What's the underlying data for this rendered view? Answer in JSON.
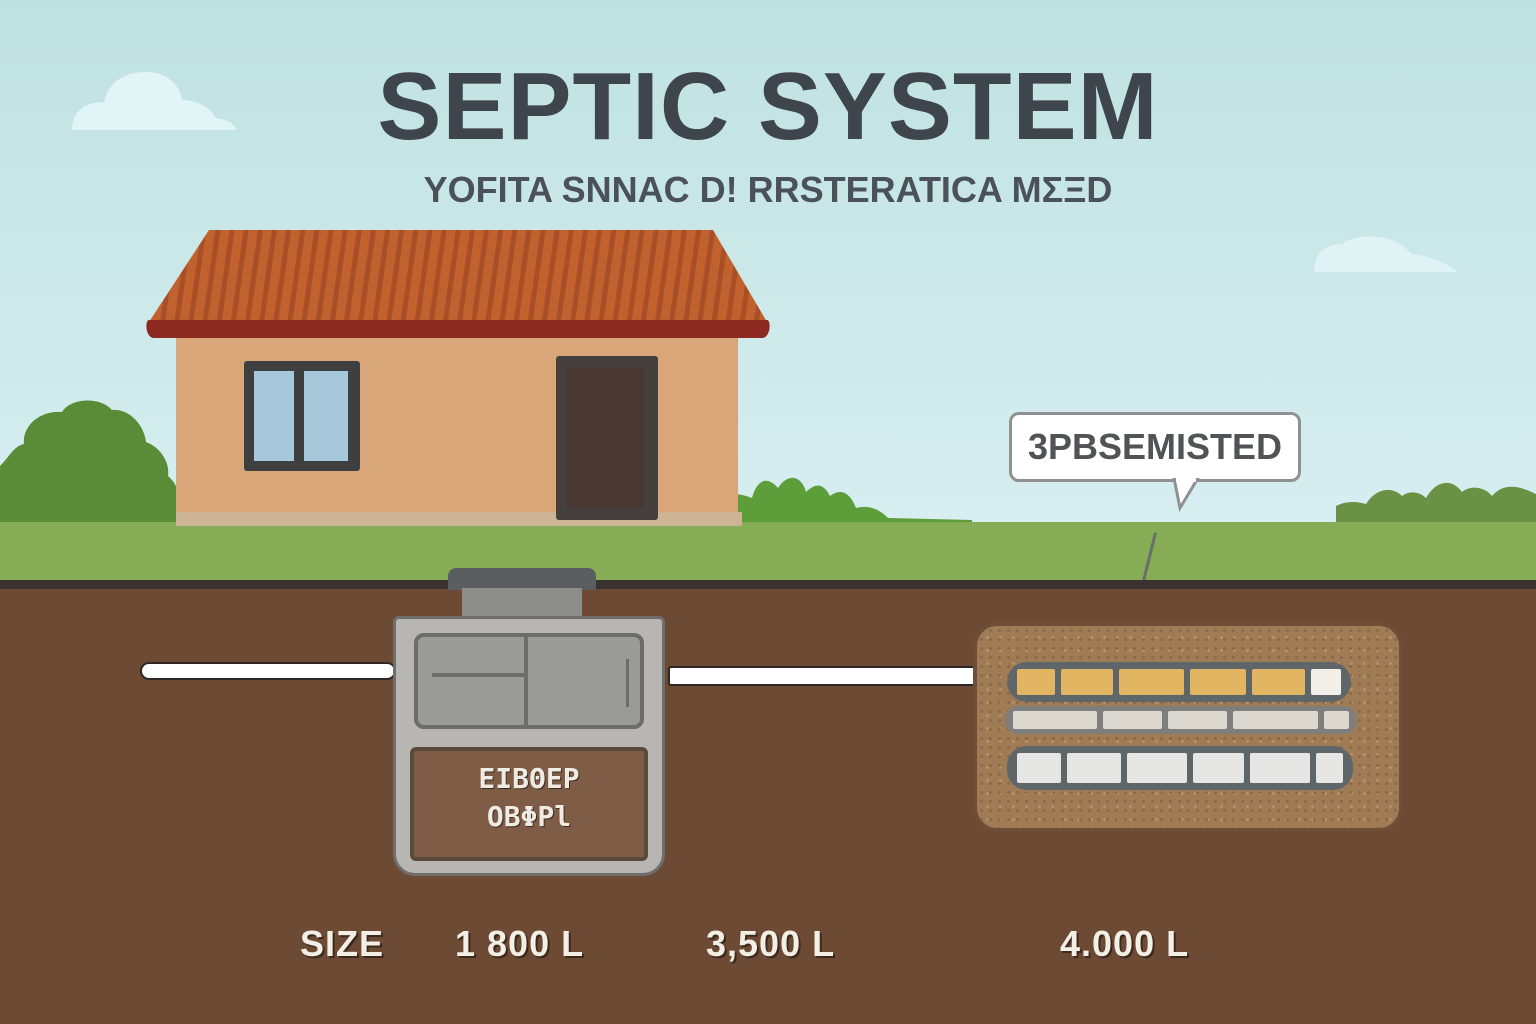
{
  "diagram": {
    "title": "SEPTIC SYSTEM",
    "subtitle": "YOFITA ЅNNAC D! RRSTERATICA MΣΞD",
    "callout": {
      "text": "3PBSEMISTED",
      "points_to": "drain-field"
    },
    "tank": {
      "label_line1": "ΕΙΒΘΕΡ",
      "label_line2": "OBΦPl"
    },
    "size_row": {
      "label": "SIZE",
      "values": [
        "1 800 L",
        "3,500 L",
        "4.000 L"
      ]
    },
    "components": [
      "house",
      "inlet-pipe",
      "septic-tank",
      "outlet-pipe",
      "drain-field",
      "soil",
      "grass"
    ],
    "colors": {
      "sky": "#c6e6e4",
      "title": "#3e454b",
      "grass": "#86ad55",
      "soil": "#6d4a33",
      "roof": "#b8552e",
      "wall": "#d9a67a",
      "tank": "#b7b6b3",
      "gravel": "#a07c56",
      "pipe_highlight": "#e2b563"
    }
  }
}
